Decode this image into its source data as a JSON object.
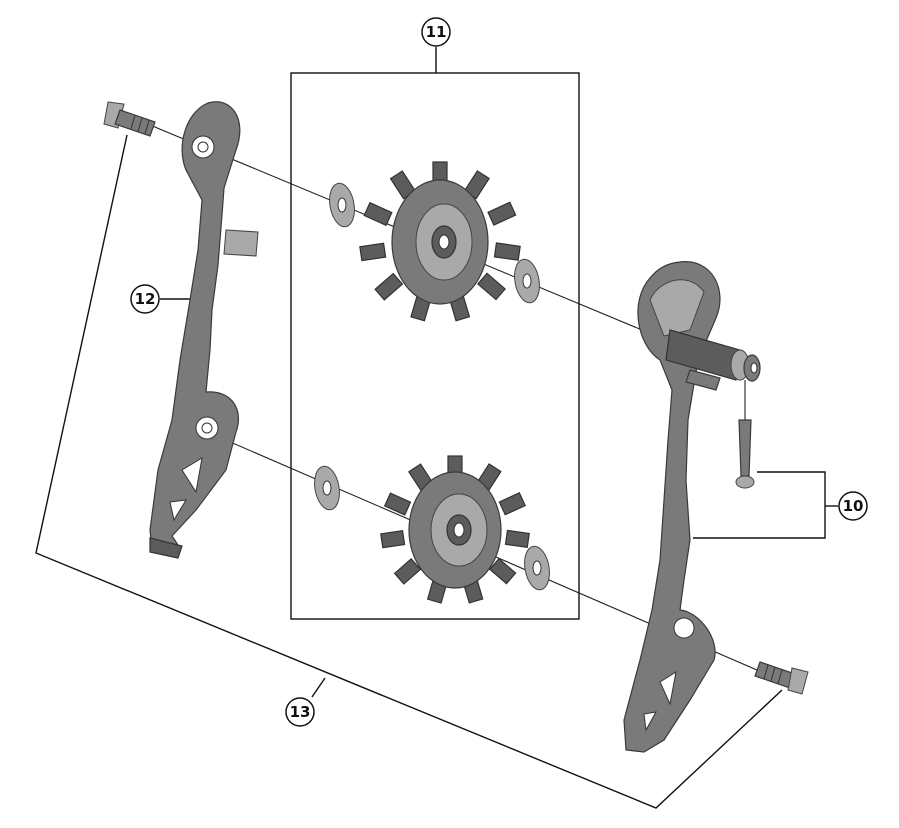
{
  "callouts": {
    "c10": "10",
    "c11": "11",
    "c12": "12",
    "c13": "13"
  },
  "colors": {
    "metal": "#7a7a7a",
    "metal_dark": "#5c5c5c",
    "metal_light": "#a9a9a9",
    "line": "#111111",
    "background": "#ffffff"
  }
}
